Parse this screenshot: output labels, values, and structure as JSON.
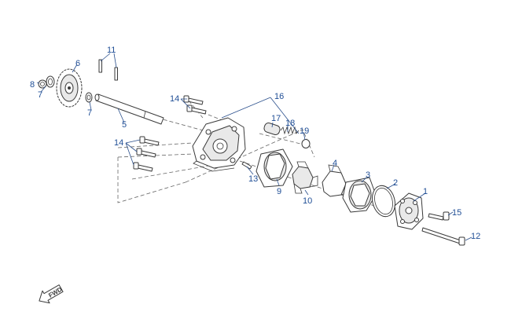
{
  "diagram": {
    "callouts": [
      {
        "id": "c1",
        "text": "1"
      },
      {
        "id": "c2",
        "text": "2"
      },
      {
        "id": "c3",
        "text": "3"
      },
      {
        "id": "c4",
        "text": "4"
      },
      {
        "id": "c5",
        "text": "5"
      },
      {
        "id": "c6",
        "text": "6"
      },
      {
        "id": "c7a",
        "text": "7"
      },
      {
        "id": "c7b",
        "text": "7"
      },
      {
        "id": "c8",
        "text": "8"
      },
      {
        "id": "c9",
        "text": "9"
      },
      {
        "id": "c10",
        "text": "10"
      },
      {
        "id": "c11",
        "text": "11"
      },
      {
        "id": "c12",
        "text": "12"
      },
      {
        "id": "c13",
        "text": "13"
      },
      {
        "id": "c14a",
        "text": "14"
      },
      {
        "id": "c14b",
        "text": "14"
      },
      {
        "id": "c15",
        "text": "15"
      },
      {
        "id": "c16",
        "text": "16"
      },
      {
        "id": "c17",
        "text": "17"
      },
      {
        "id": "c18",
        "text": "18"
      },
      {
        "id": "c19",
        "text": "19"
      }
    ],
    "fwd_arrow_text": "FWD",
    "colors": {
      "callout": "#1f4e96",
      "line": "#3a3a3a",
      "background": "#ffffff"
    }
  }
}
